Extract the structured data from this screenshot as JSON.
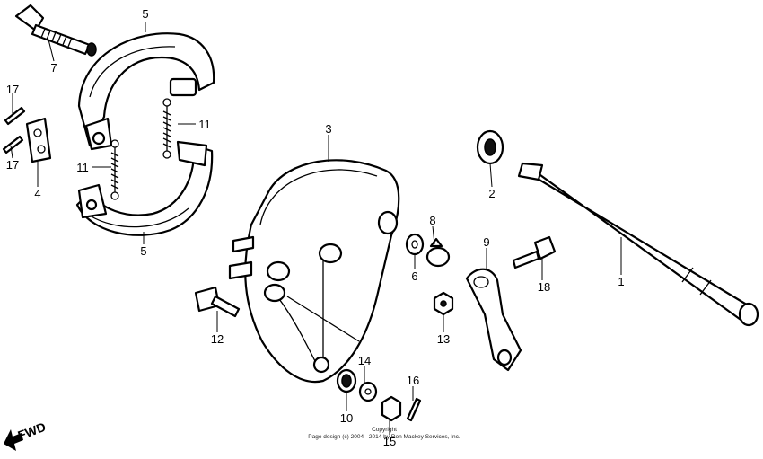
{
  "parts": [
    {
      "id": "p1",
      "label": "1"
    },
    {
      "id": "p2",
      "label": "2"
    },
    {
      "id": "p3",
      "label": "3"
    },
    {
      "id": "p4",
      "label": "4"
    },
    {
      "id": "p5a",
      "label": "5"
    },
    {
      "id": "p5b",
      "label": "5"
    },
    {
      "id": "p6",
      "label": "6"
    },
    {
      "id": "p7",
      "label": "7"
    },
    {
      "id": "p8",
      "label": "8"
    },
    {
      "id": "p9",
      "label": "9"
    },
    {
      "id": "p10",
      "label": "10"
    },
    {
      "id": "p11a",
      "label": "11"
    },
    {
      "id": "p11b",
      "label": "11"
    },
    {
      "id": "p12",
      "label": "12"
    },
    {
      "id": "p13",
      "label": "13"
    },
    {
      "id": "p14",
      "label": "14"
    },
    {
      "id": "p15",
      "label": "15"
    },
    {
      "id": "p16",
      "label": "16"
    },
    {
      "id": "p17a",
      "label": "17"
    },
    {
      "id": "p17b",
      "label": "17"
    },
    {
      "id": "p18",
      "label": "18"
    }
  ],
  "fwd_label": "FWD",
  "copyright_line1": "Copyright",
  "copyright_line2": "Page design (c) 2004 - 2014 by Ron Mackey Services, Inc."
}
